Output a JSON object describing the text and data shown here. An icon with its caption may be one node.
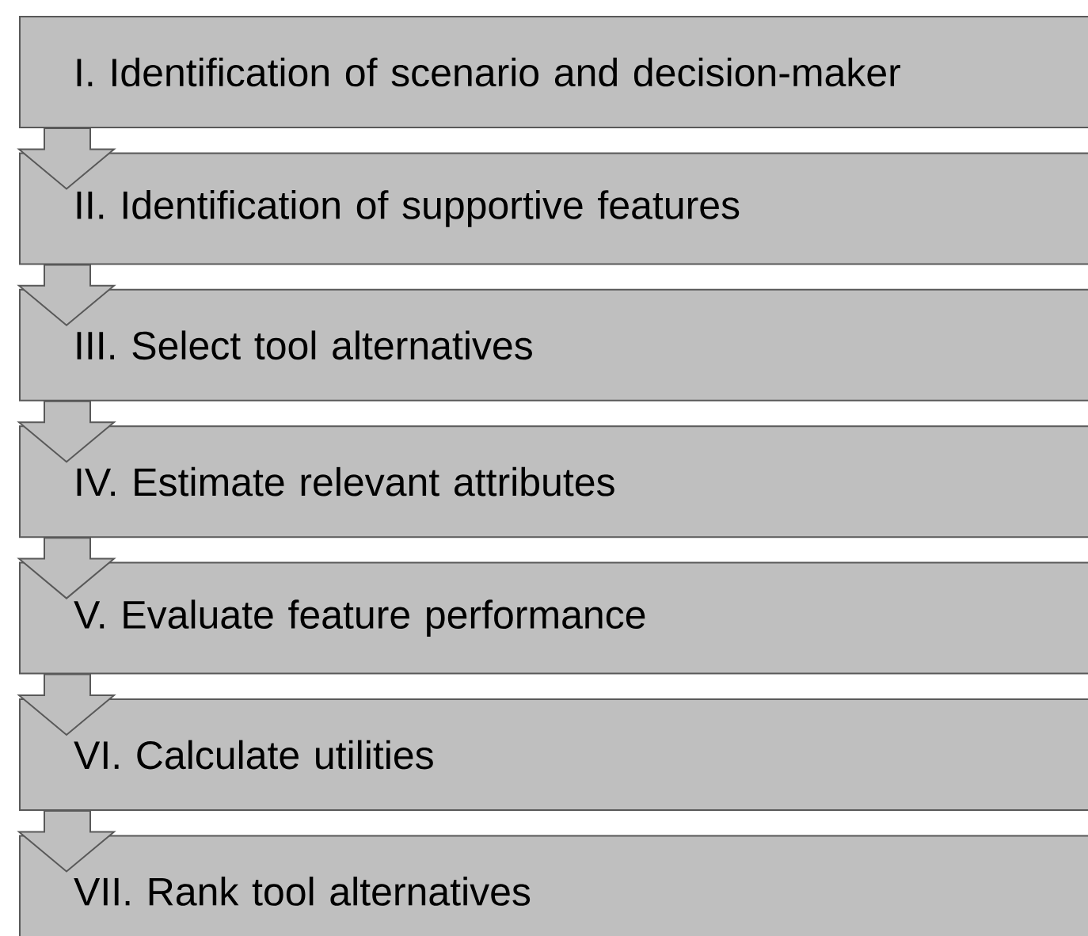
{
  "diagram": {
    "nodes": [
      {
        "text": [
          "I. Identification of scenario and decision-maker"
        ]
      },
      {
        "text": [
          "II. Identification of supportive features"
        ]
      },
      {
        "text": [
          "III. Select tool alternatives"
        ]
      },
      {
        "text": [
          "IV. Estimate relevant attributes"
        ]
      },
      {
        "text": [
          "V. Evaluate feature performance"
        ]
      },
      {
        "text": [
          "VI. Calculate utilities"
        ]
      },
      {
        "text": [
          "VII. Rank tool alternatives"
        ]
      }
    ],
    "edges": [
      {
        "from": 0,
        "to": 1,
        "arrow": "to"
      },
      {
        "from": 1,
        "to": 2,
        "arrow": "to"
      },
      {
        "from": 2,
        "to": 3,
        "arrow": "to"
      },
      {
        "from": 3,
        "to": 4,
        "arrow": "to"
      },
      {
        "from": 4,
        "to": 5,
        "arrow": "to"
      },
      {
        "from": 5,
        "to": 6,
        "arrow": "to"
      }
    ]
  }
}
